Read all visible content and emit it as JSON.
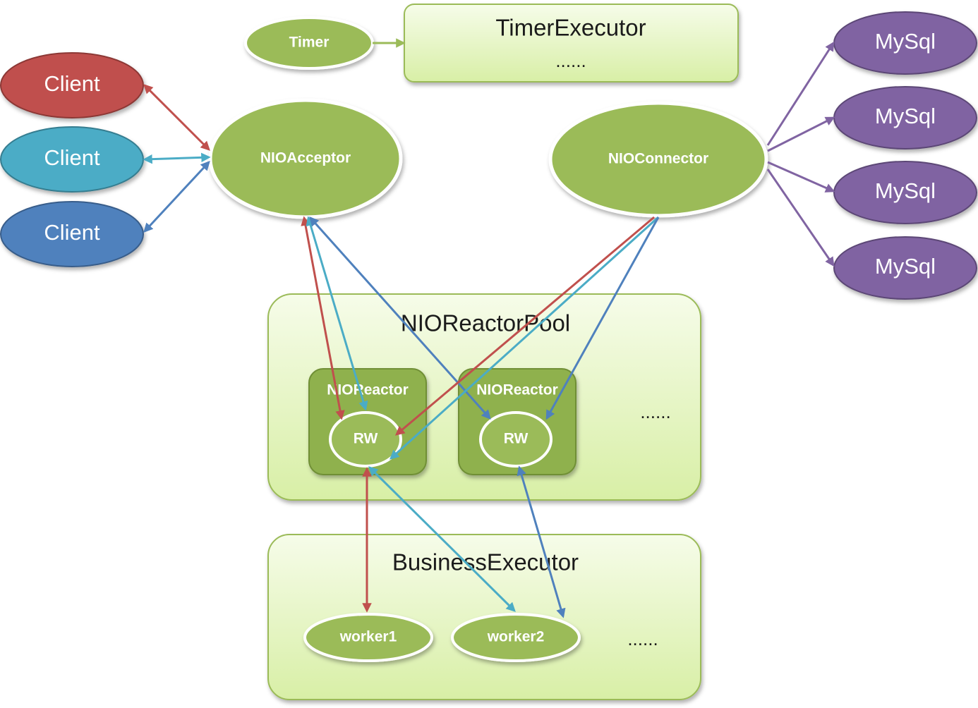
{
  "colors": {
    "green_node": "#9bbb59",
    "box_fill": "#ebf7d2",
    "box_stroke": "#9bbb59",
    "reactor_fill": "#8fb14e",
    "client_red": "#c0504d",
    "client_teal": "#4bacc6",
    "client_blue": "#4f81bd",
    "mysql_purple": "#8064a2",
    "arrow_green": "#9bbb59"
  },
  "timer": {
    "label": "Timer"
  },
  "timer_executor": {
    "title": "TimerExecutor",
    "more": "......"
  },
  "clients": [
    {
      "label": "Client",
      "color": "red"
    },
    {
      "label": "Client",
      "color": "teal"
    },
    {
      "label": "Client",
      "color": "blue"
    }
  ],
  "acceptor": {
    "label": "NIOAcceptor"
  },
  "connector": {
    "label": "NIOConnector"
  },
  "mysql": [
    {
      "label": "MySql"
    },
    {
      "label": "MySql"
    },
    {
      "label": "MySql"
    },
    {
      "label": "MySql"
    }
  ],
  "reactor_pool": {
    "title": "NIOReactorPool",
    "more": "......",
    "reactors": [
      {
        "label": "NIOReactor",
        "rw": "RW"
      },
      {
        "label": "NIOReactor",
        "rw": "RW"
      }
    ]
  },
  "business_executor": {
    "title": "BusinessExecutor",
    "more": "......",
    "workers": [
      {
        "label": "worker1"
      },
      {
        "label": "worker2"
      }
    ]
  }
}
